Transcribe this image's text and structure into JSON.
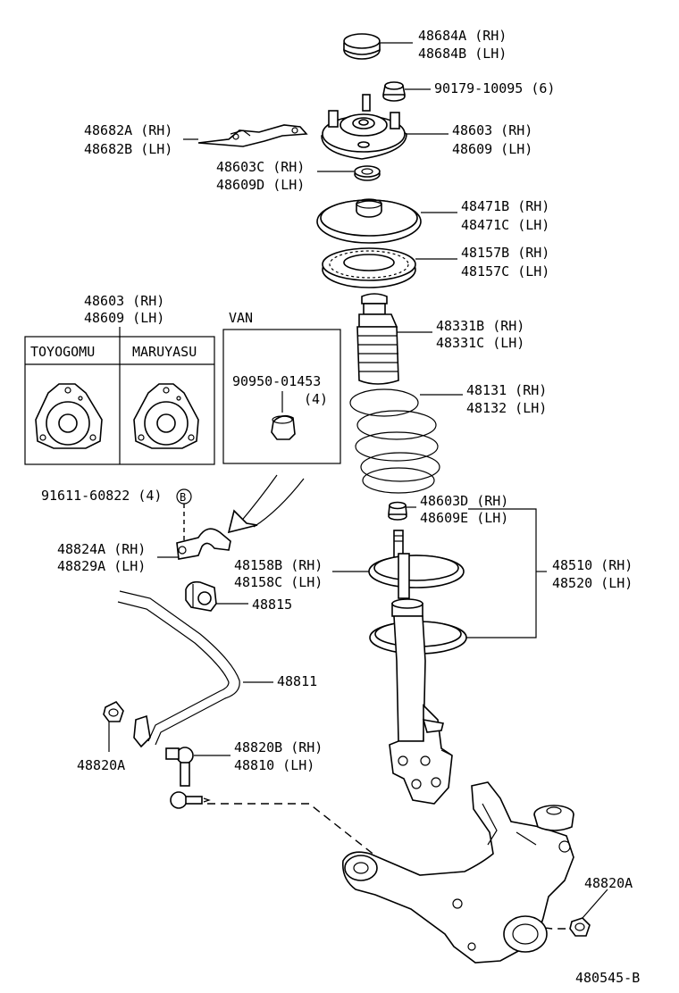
{
  "diagram_id": "480545-B",
  "labels": {
    "cap_rh": "48684A (RH)",
    "cap_lh": "48684B (LH)",
    "nut_top": "90179-10095 (6)",
    "plate_rh": "48682A (RH)",
    "plate_lh": "48682B (LH)",
    "support_rh": "48603 (RH)",
    "support_lh": "48609 (LH)",
    "collar_rh": "48603C (RH)",
    "collar_lh": "48609D (LH)",
    "insulator_rh": "48471B (RH)",
    "insulator_lh": "48471C (LH)",
    "bearing_rh": "48157B (RH)",
    "bearing_lh": "48157C (LH)",
    "inset_support_rh": "48603 (RH)",
    "inset_support_lh": "48609 (LH)",
    "bumper_rh": "48331B (RH)",
    "bumper_lh": "48331C (LH)",
    "spring_rh": "48131 (RH)",
    "spring_lh": "48132 (LH)",
    "nut_mid_rh": "48603D (RH)",
    "nut_mid_lh": "48609E (LH)",
    "absorber_rh": "48510 (RH)",
    "absorber_lh": "48520 (LH)",
    "spring_seat_rh": "48158B (RH)",
    "spring_seat_lh": "48158C (LH)",
    "bolt_b": "91611-60822 (4)",
    "bolt_b_ref": "B",
    "bracket_rh": "48824A (RH)",
    "bracket_lh": "48829A (LH)",
    "bushing": "48815",
    "stabilizer_bar": "48811",
    "link_rh": "48820B (RH)",
    "link_lh": "48810  (LH)",
    "nut_link_left": "48820A",
    "nut_link_right": "48820A"
  },
  "inset_maker": {
    "title_left": "TOYOGOMU",
    "title_right": "MARUYASU"
  },
  "inset_van": {
    "title": "VAN",
    "part": "90950-01453",
    "qty": "(4)"
  }
}
